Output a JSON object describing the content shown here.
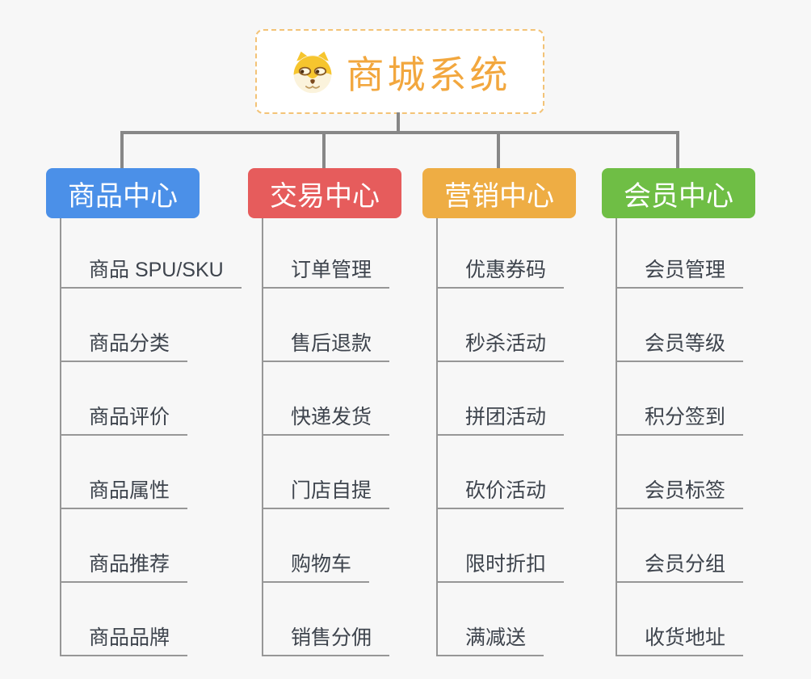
{
  "page": {
    "background": "#f7f7f7"
  },
  "root": {
    "title": "商城系统",
    "icon": "doge-icon",
    "text_color": "#f2a73e",
    "border_color": "#f3c377",
    "background": "#ffffff"
  },
  "connector_color": "#878787",
  "branches": [
    {
      "label": "商品中心",
      "color": "#4b90e8",
      "children": [
        "商品 SPU/SKU",
        "商品分类",
        "商品评价",
        "商品属性",
        "商品推荐",
        "商品品牌"
      ]
    },
    {
      "label": "交易中心",
      "color": "#e65c5c",
      "children": [
        "订单管理",
        "售后退款",
        "快递发货",
        "门店自提",
        "购物车",
        "销售分佣"
      ]
    },
    {
      "label": "营销中心",
      "color": "#eead44",
      "children": [
        "优惠券码",
        "秒杀活动",
        "拼团活动",
        "砍价活动",
        "限时折扣",
        "满减送"
      ]
    },
    {
      "label": "会员中心",
      "color": "#6fbe45",
      "children": [
        "会员管理",
        "会员等级",
        "积分签到",
        "会员标签",
        "会员分组",
        "收货地址"
      ]
    }
  ]
}
